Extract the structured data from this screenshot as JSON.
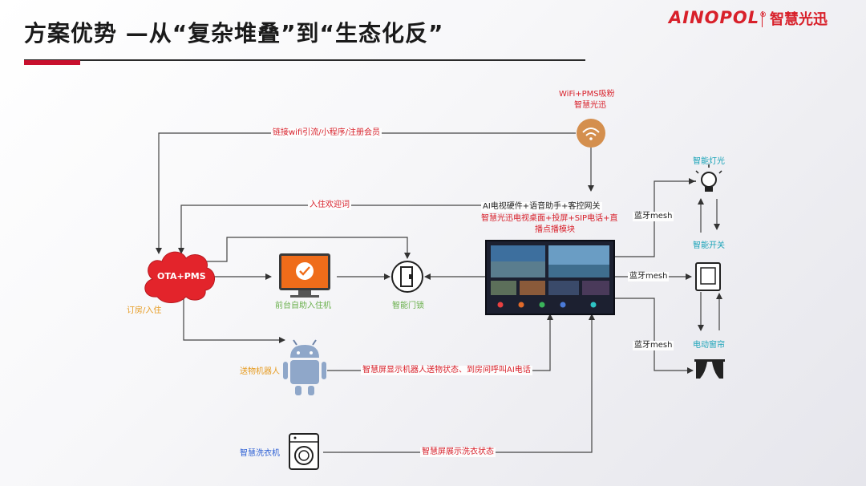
{
  "title": "方案优势 —从“复杂堆叠”到“生态化反”",
  "brand": {
    "logo": "AINOPOL",
    "reg": "®",
    "cn": "智慧光迅"
  },
  "nodes": {
    "wifi": {
      "line1": "WiFi+PMS吸粉",
      "line2": "智慧光迅"
    },
    "cloud": {
      "label": "OTA+PMS",
      "sub": "订房/入住"
    },
    "kiosk": {
      "label": "前台自助入住机"
    },
    "lock": {
      "label": "智能门锁"
    },
    "tv": {
      "line1": "AI电视硬件+语音助手+客控网关",
      "line2": "智慧光迅电视桌面+投屏+SIP电话+直",
      "line3": "播点播模块"
    },
    "light": {
      "label": "智能灯光"
    },
    "switch": {
      "label": "智能开关"
    },
    "curtain": {
      "label": "电动窗帘"
    },
    "robot": {
      "label": "送物机器人"
    },
    "washer": {
      "label": "智慧洗衣机"
    }
  },
  "edges": {
    "wifi_link": "链接wifi引流/小程序/注册会员",
    "welcome": "入住欢迎词",
    "mesh1": "蓝牙mesh",
    "mesh2": "蓝牙mesh",
    "mesh3": "蓝牙mesh",
    "robot_msg": "智慧屏显示机器人送物状态、到房间呼叫AI电话",
    "washer_msg": "智慧屏展示洗衣状态"
  },
  "colors": {
    "accent": "#d8202a",
    "line": "#444444",
    "cloud": "#e3242b",
    "wifi": "#d48f4e",
    "kiosk": "#ef6c1a",
    "robot": "#8fa7c9"
  }
}
